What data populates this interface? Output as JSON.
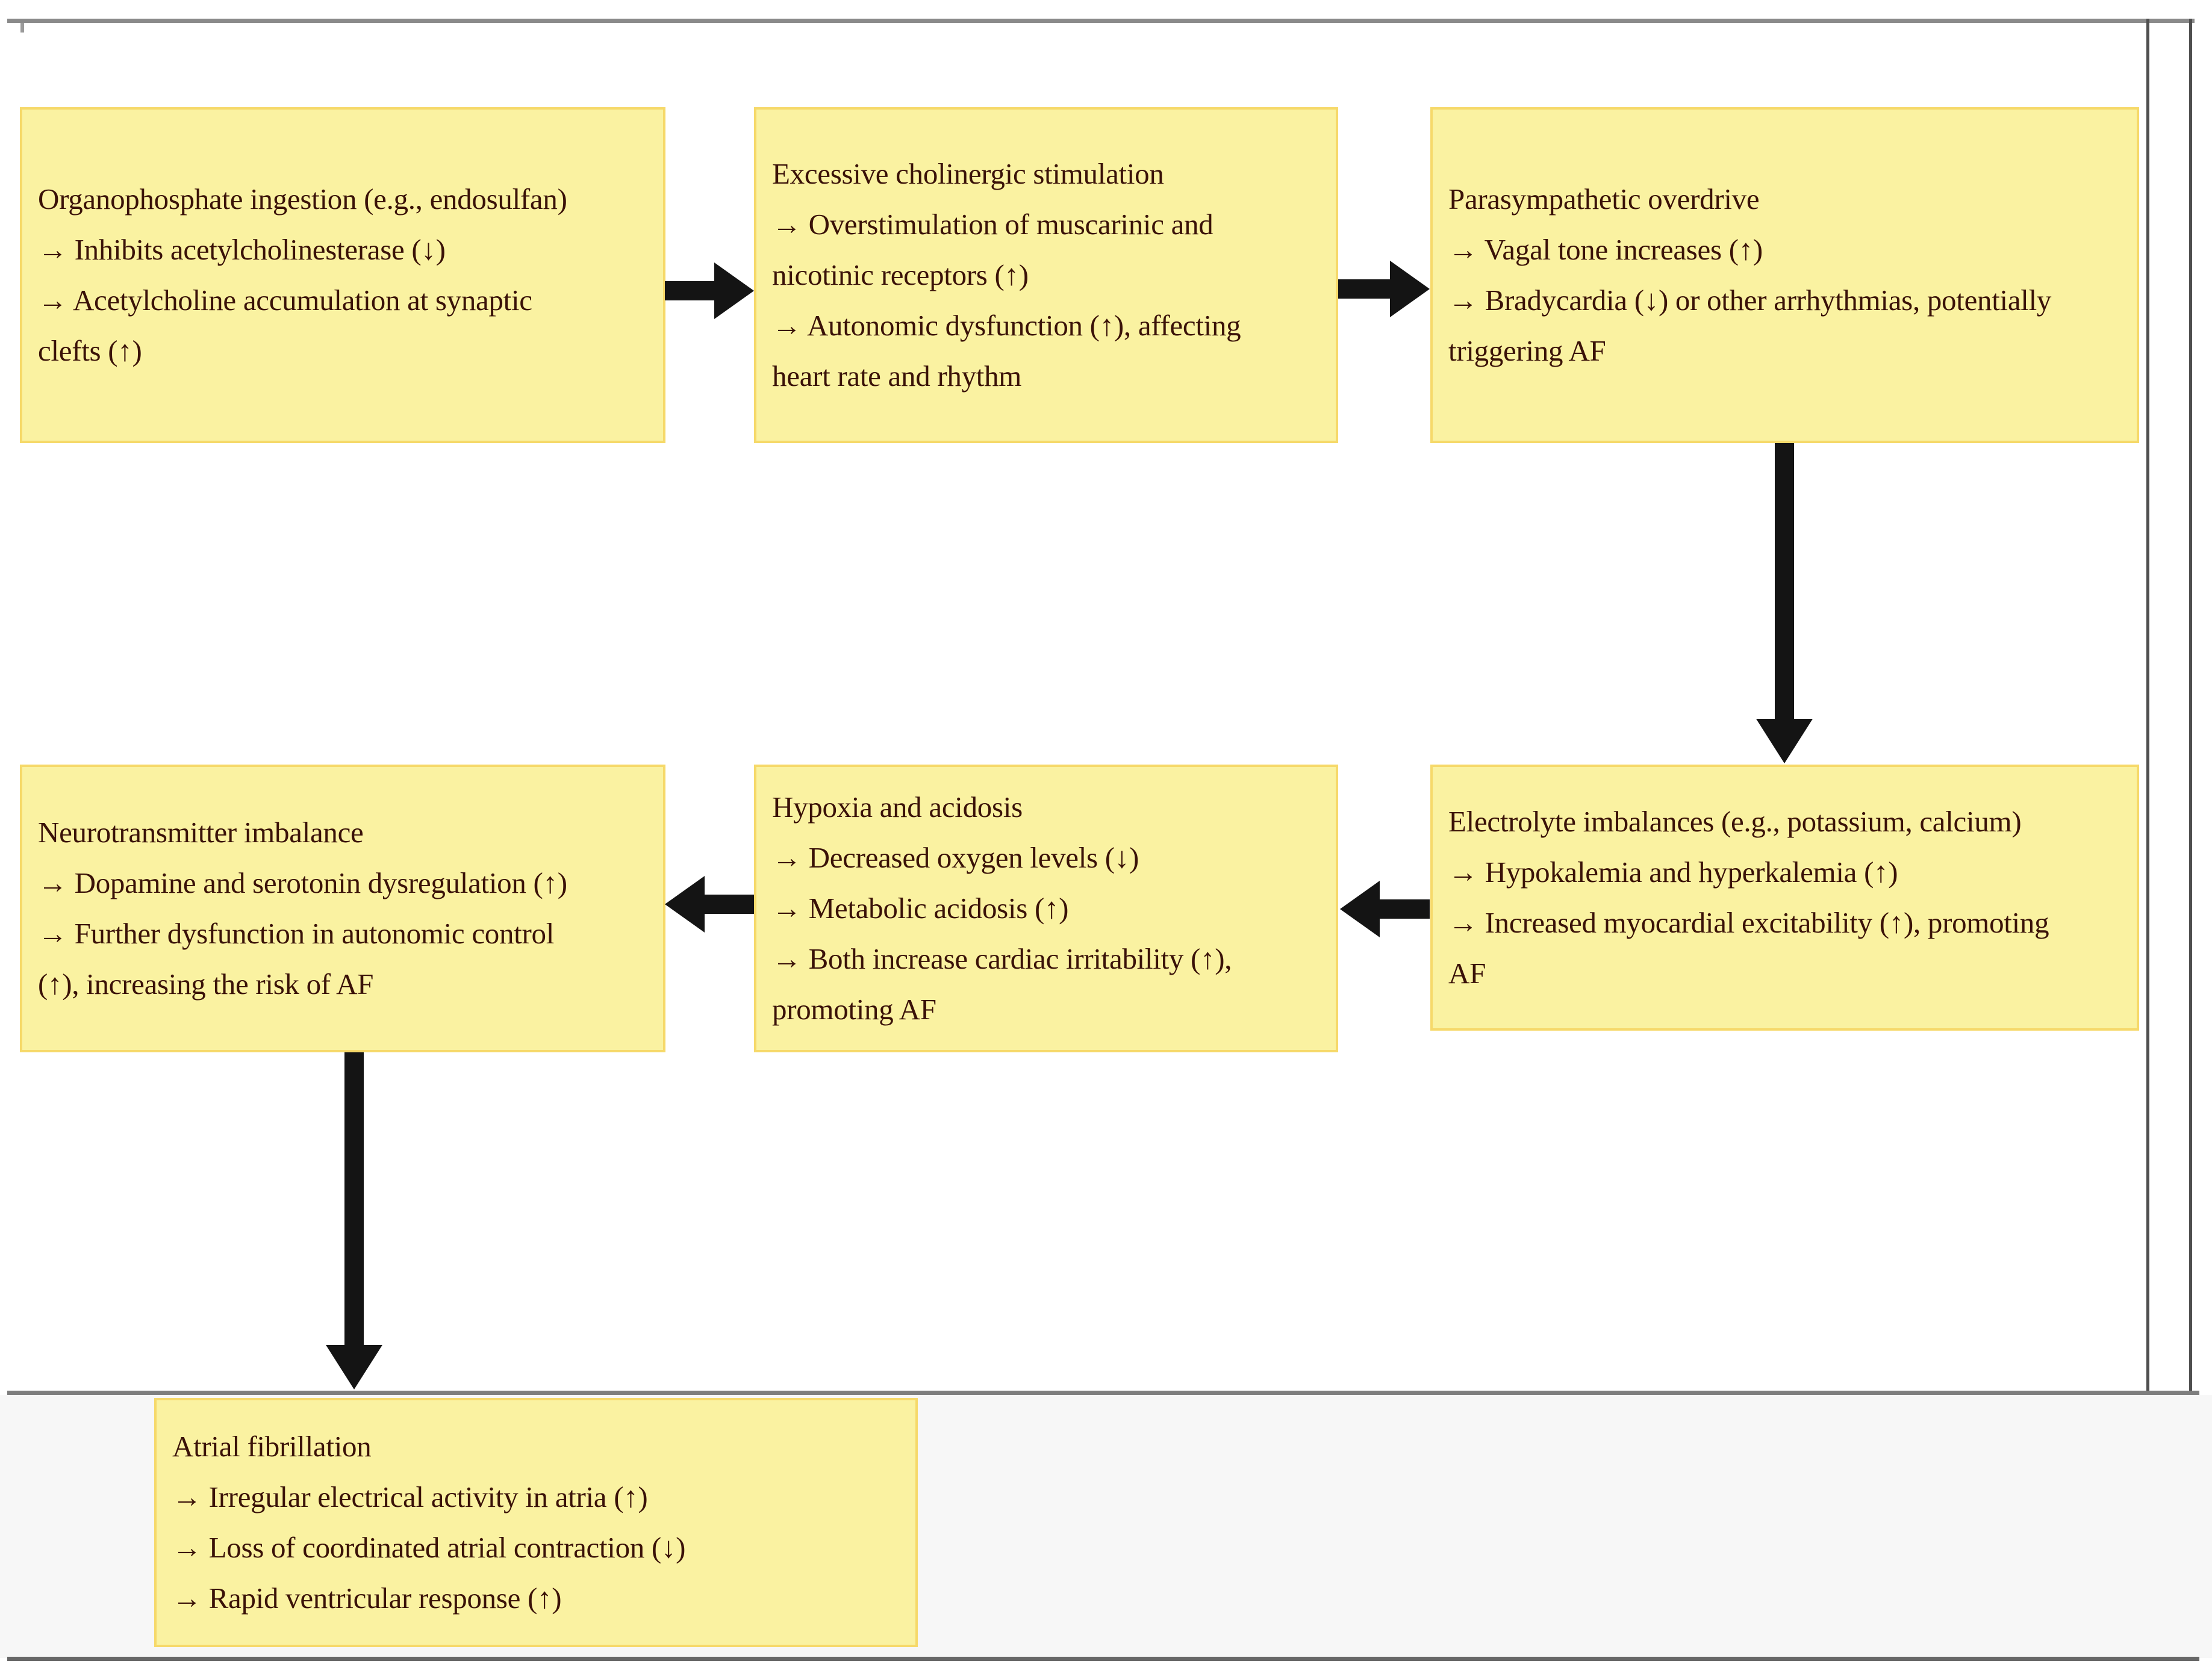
{
  "palette": {
    "box_fill": "#faf2a1",
    "box_border": "#f6d96a",
    "text_color": "#3a1208",
    "arrow_color": "#141414",
    "frame_gray": "#8a8a8a",
    "band_background": "#f7f7f7"
  },
  "diagram": {
    "boxes": [
      {
        "id": "organophosphate-ingestion",
        "lines": [
          "Organophosphate ingestion (e.g., endosulfan)",
          "→ Inhibits acetylcholinesterase (↓)",
          "→ Acetylcholine accumulation at synaptic",
          "clefts (↑)"
        ]
      },
      {
        "id": "excessive-cholinergic-stimulation",
        "lines": [
          "Excessive cholinergic stimulation",
          "→ Overstimulation of muscarinic and",
          "nicotinic receptors (↑)",
          "→ Autonomic dysfunction (↑), affecting",
          "heart rate and rhythm"
        ]
      },
      {
        "id": "parasympathetic-overdrive",
        "lines": [
          "Parasympathetic overdrive",
          "→ Vagal tone increases (↑)",
          "→ Bradycardia (↓) or other arrhythmias, potentially",
          "triggering AF"
        ]
      },
      {
        "id": "electrolyte-imbalances",
        "lines": [
          "Electrolyte imbalances (e.g., potassium, calcium)",
          "→ Hypokalemia and hyperkalemia (↑)",
          "→ Increased myocardial excitability (↑), promoting",
          "AF"
        ]
      },
      {
        "id": "hypoxia-and-acidosis",
        "lines": [
          "Hypoxia and acidosis",
          "→ Decreased oxygen levels (↓)",
          "→ Metabolic acidosis (↑)",
          "→ Both increase cardiac irritability (↑),",
          "promoting AF"
        ]
      },
      {
        "id": "neurotransmitter-imbalance",
        "lines": [
          "Neurotransmitter imbalance",
          "→ Dopamine and serotonin dysregulation (↑)",
          "→ Further dysfunction in autonomic control",
          "(↑), increasing the risk of AF"
        ]
      },
      {
        "id": "atrial-fibrillation",
        "lines": [
          "Atrial fibrillation",
          "→ Irregular electrical activity in atria (↑)",
          "→ Loss of coordinated atrial contraction (↓)",
          "→ Rapid ventricular response (↑)"
        ]
      }
    ],
    "connections": [
      {
        "from": "organophosphate-ingestion",
        "to": "excessive-cholinergic-stimulation",
        "direction": "right"
      },
      {
        "from": "excessive-cholinergic-stimulation",
        "to": "parasympathetic-overdrive",
        "direction": "right"
      },
      {
        "from": "parasympathetic-overdrive",
        "to": "electrolyte-imbalances",
        "direction": "down"
      },
      {
        "from": "electrolyte-imbalances",
        "to": "hypoxia-and-acidosis",
        "direction": "left"
      },
      {
        "from": "hypoxia-and-acidosis",
        "to": "neurotransmitter-imbalance",
        "direction": "left"
      },
      {
        "from": "neurotransmitter-imbalance",
        "to": "atrial-fibrillation",
        "direction": "down"
      }
    ]
  }
}
